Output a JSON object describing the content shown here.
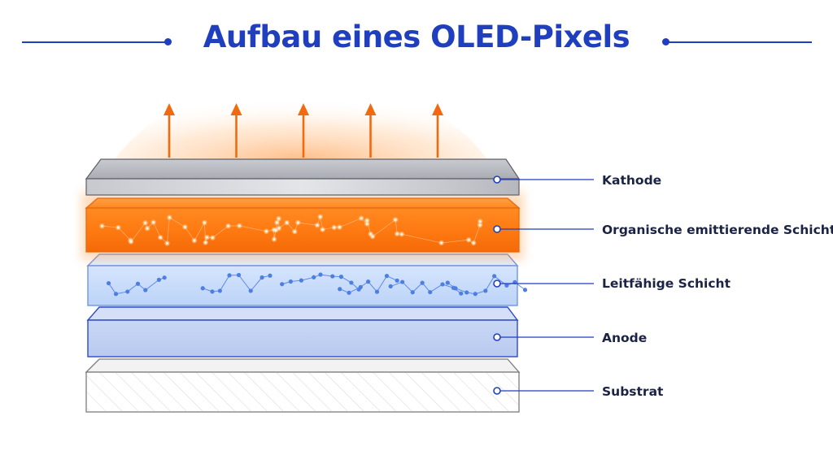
{
  "title": "Aufbau eines OLED-Pixels",
  "colors": {
    "accent": "#1f3fbf",
    "emission": "#f26a10",
    "cathode": "#b9bcc4",
    "organic": "#ff7a12",
    "conductive": "#c7dcfb",
    "anode": "#c3d3f3",
    "substrate": "#ffffff"
  },
  "layers": [
    {
      "id": "kathode",
      "label": "Kathode",
      "icon": "cathode-layer"
    },
    {
      "id": "organic",
      "label": "Organische emittierende Schicht",
      "icon": "emissive-layer"
    },
    {
      "id": "leitfaehig",
      "label": "Leitfähige Schicht",
      "icon": "conductive-layer"
    },
    {
      "id": "anode",
      "label": "Anode",
      "icon": "anode-layer"
    },
    {
      "id": "substrat",
      "label": "Substrat",
      "icon": "substrate-layer"
    }
  ],
  "light_arrows": {
    "count": 5,
    "icon": "arrow-up-icon"
  }
}
